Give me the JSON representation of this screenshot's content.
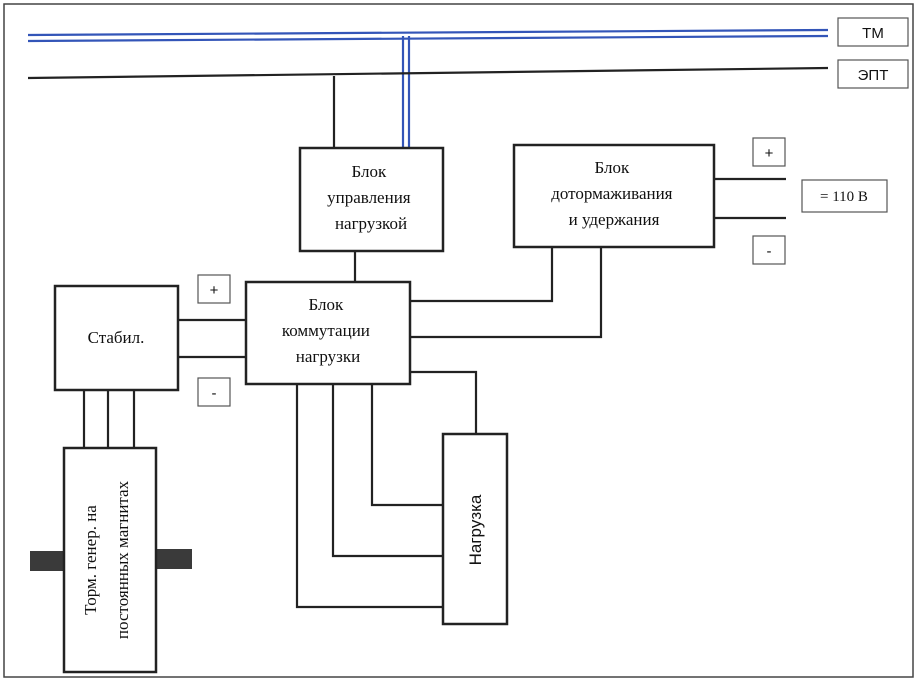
{
  "bus_labels": {
    "tm": "ТМ",
    "ept": "ЭПТ"
  },
  "blocks": {
    "load_control": [
      "Блок",
      "управления",
      "нагрузкой"
    ],
    "braking_hold": [
      "Блок",
      "дотормаживания",
      "и удержания"
    ],
    "stabilizer": [
      "Стабил."
    ],
    "load_switching": [
      "Блок",
      "коммутации",
      "нагрузки"
    ],
    "generator": [
      "Торм. генер. на",
      "постоянных магнитах"
    ],
    "load": [
      "Нагрузка"
    ]
  },
  "terminals": {
    "plus_top": "+",
    "minus_top": "-",
    "plus_stab": "+",
    "minus_stab": "-",
    "supply": "= 110 В"
  }
}
